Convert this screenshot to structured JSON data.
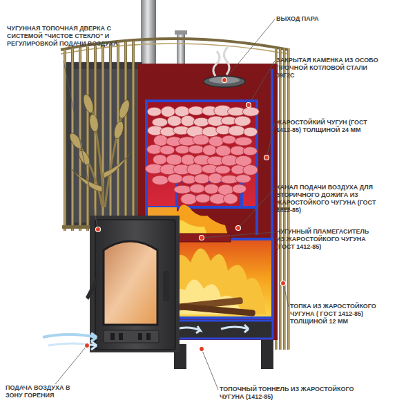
{
  "diagram": {
    "labels": [
      "ЧУГУННАЯ ТОПОЧНАЯ ДВЕРКА С СИСТЕМОЙ \"ЧИСТОЕ СТЕКЛО\" И РЕГУЛИРОВКОЙ ПОДАЧИ ВОЗДУХА",
      "ВЫХОД ПАРА",
      "ЗАКРЫТАЯ КАМЕНКА ИЗ ОСОБО ПРОЧНОЙ КОТЛОВОЙ СТАЛИ 09Г2С",
      "ЖАРОСТОЙКИЙ ЧУГУН (ГОСТ 1412-85) ТОЛЩИНОЙ 24 ММ",
      "КАНАЛ ПОДАЧИ ВОЗДУХА ДЛЯ ВТОРИЧНОГО ДОЖИГА ИЗ ЖАРОСТОЙКОГО ЧУГУНА (ГОСТ 1412-85)",
      "ЧУГУННЫЙ ПЛАМЕГАСИТЕЛЬ ИЗ ЖАРОСТОЙКОГО ЧУГУНА (ГОСТ 1412-85)",
      "ТОПКА ИЗ ЖАРОСТОЙКОГО ЧУГУНА ( ГОСТ 1412-85) ТОЛЩИНОЙ 12 ММ",
      "ПОДАЧА ВОЗДУХА В ЗОНУ ГОРЕНИЯ",
      "ТОПОЧНЫЙ ТОННЕЛЬ ИЗ ЖАРОСТОЙКОГО ЧУГУНА (1412-85)"
    ]
  }
}
